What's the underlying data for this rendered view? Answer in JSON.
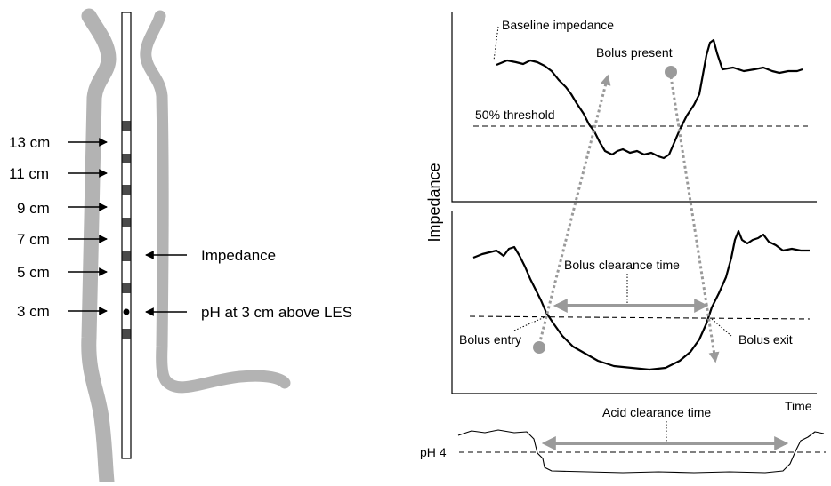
{
  "colors": {
    "esophagus": "#b3b3b3",
    "trace": "#000000",
    "arrow_gray": "#9a9a9a",
    "sensor_band": "#4a4a4a"
  },
  "left_panel": {
    "sensor_labels": [
      "13 cm",
      "11 cm",
      "9 cm",
      "7 cm",
      "5 cm",
      "3 cm"
    ],
    "impedance_label": "Impedance",
    "ph_label": "pH at 3 cm above LES"
  },
  "right_panel": {
    "y_axis_label": "Impedance",
    "x_axis_label": "Time",
    "top_trace": {
      "baseline_label": "Baseline impedance",
      "bolus_present_label": "Bolus present",
      "threshold_label": "50% threshold"
    },
    "bottom_trace": {
      "clearance_label": "Bolus clearance time",
      "entry_label": "Bolus entry",
      "exit_label": "Bolus exit"
    },
    "ph_trace": {
      "acid_clearance_label": "Acid clearance time",
      "ph_label": "pH 4"
    }
  }
}
